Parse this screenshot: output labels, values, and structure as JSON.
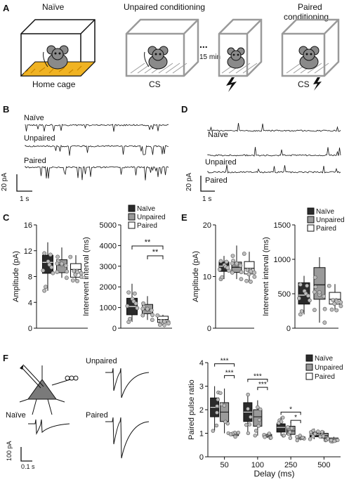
{
  "panels": {
    "A": "A",
    "B": "B",
    "C": "C",
    "D": "D",
    "E": "E",
    "F": "F"
  },
  "panelA": {
    "naive_title": "Naïve",
    "unpaired_title": "Unpaired conditioning",
    "paired_title_l1": "Paired",
    "paired_title_l2": "conditioning",
    "home_cage": "Home cage",
    "cs1": "CS",
    "cs2": "CS",
    "interval": "15 min",
    "ellipsis": "..."
  },
  "panelB": {
    "naive": "Naïve",
    "unpaired": "Unpaired",
    "paired": "Paired",
    "scale_y": "20 pA",
    "scale_x": "1 s"
  },
  "panelD": {
    "naive": "Naïve",
    "unpaired": "Unpaired",
    "paired": "Paired",
    "scale_y": "20 pA",
    "scale_x": "1 s"
  },
  "legend": {
    "naive": "Naïve",
    "unpaired": "Unpaired",
    "paired": "Paired"
  },
  "colors": {
    "naive": "#2b2b2b",
    "unpaired": "#9a9a9a",
    "paired": "#ffffff",
    "dot": "#bdbdbd"
  },
  "chart_data": [
    {
      "id": "C-amplitude",
      "type": "box",
      "ylabel": "Amplitude (pA)",
      "ylim": [
        0,
        16
      ],
      "yticks": [
        "0",
        "4",
        "8",
        "12",
        "16"
      ],
      "groups": [
        {
          "name": "Naïve",
          "q1": 8.5,
          "median": 10.2,
          "q3": 11.3,
          "min": 5.8,
          "max": 13.3,
          "mean": 10.1
        },
        {
          "name": "Unpaired",
          "q1": 8.6,
          "median": 9.8,
          "q3": 10.6,
          "min": 7.8,
          "max": 12.5,
          "mean": 9.6
        },
        {
          "name": "Paired",
          "q1": 7.9,
          "median": 9.1,
          "q3": 10.0,
          "min": 7.3,
          "max": 11.3,
          "mean": 8.8
        }
      ],
      "significance": []
    },
    {
      "id": "C-interval",
      "type": "box",
      "ylabel": "Interevent interval (ms)",
      "ylim": [
        0,
        5000
      ],
      "yticks": [
        "0",
        "1000",
        "2000",
        "3000",
        "4000",
        "5000"
      ],
      "groups": [
        {
          "name": "Naïve",
          "q1": 650,
          "median": 1050,
          "q3": 1450,
          "min": 300,
          "max": 2150,
          "mean": 1100
        },
        {
          "name": "Unpaired",
          "q1": 700,
          "median": 900,
          "q3": 1150,
          "min": 400,
          "max": 1550,
          "mean": 950
        },
        {
          "name": "Paired",
          "q1": 280,
          "median": 420,
          "q3": 580,
          "min": 150,
          "max": 650,
          "mean": 430
        }
      ],
      "significance": [
        {
          "from": 0,
          "to": 2,
          "label": "**"
        },
        {
          "from": 1,
          "to": 2,
          "label": "**"
        }
      ]
    },
    {
      "id": "E-amplitude",
      "type": "box",
      "ylabel": "Amplitude (pA)",
      "ylim": [
        0,
        20
      ],
      "yticks": [
        "0",
        "10",
        "20"
      ],
      "groups": [
        {
          "name": "Naïve",
          "q1": 11.0,
          "median": 12.0,
          "q3": 12.8,
          "min": 9.5,
          "max": 14.0,
          "mean": 12.1
        },
        {
          "name": "Unpaired",
          "q1": 10.8,
          "median": 11.8,
          "q3": 12.8,
          "min": 9.5,
          "max": 16.0,
          "mean": 11.9
        },
        {
          "name": "Paired",
          "q1": 10.5,
          "median": 11.6,
          "q3": 12.9,
          "min": 9.0,
          "max": 14.8,
          "mean": 11.7
        }
      ],
      "significance": []
    },
    {
      "id": "E-interval",
      "type": "box",
      "ylabel": "Interevent interval (ms)",
      "ylim": [
        0,
        1500
      ],
      "yticks": [
        "0",
        "500",
        "1000",
        "1500"
      ],
      "groups": [
        {
          "name": "Naïve",
          "q1": 350,
          "median": 480,
          "q3": 660,
          "min": 200,
          "max": 760,
          "mean": 500
        },
        {
          "name": "Unpaired",
          "q1": 420,
          "median": 630,
          "q3": 880,
          "min": 80,
          "max": 1030,
          "mean": 620
        },
        {
          "name": "Paired",
          "q1": 350,
          "median": 420,
          "q3": 520,
          "min": 260,
          "max": 640,
          "mean": 440
        }
      ],
      "significance": []
    },
    {
      "id": "F-ppr",
      "type": "grouped-box",
      "ylabel": "Paired pulse ratio",
      "xlabel": "Delay (ms)",
      "ylim": [
        0,
        4
      ],
      "yticks": [
        "0",
        "1",
        "2",
        "3",
        "4"
      ],
      "categories": [
        "50",
        "100",
        "250",
        "500"
      ],
      "series": [
        {
          "name": "Naïve",
          "boxes": [
            {
              "q1": 1.7,
              "median": 2.1,
              "q3": 2.5,
              "min": 1.1,
              "max": 3.0
            },
            {
              "q1": 1.5,
              "median": 1.9,
              "q3": 2.3,
              "min": 1.0,
              "max": 2.7
            },
            {
              "q1": 1.05,
              "median": 1.25,
              "q3": 1.4,
              "min": 0.9,
              "max": 1.7
            },
            {
              "q1": 0.85,
              "median": 0.95,
              "q3": 1.05,
              "min": 0.75,
              "max": 1.2
            }
          ]
        },
        {
          "name": "Unpaired",
          "boxes": [
            {
              "q1": 1.5,
              "median": 1.9,
              "q3": 2.3,
              "min": 1.0,
              "max": 2.9
            },
            {
              "q1": 1.3,
              "median": 1.7,
              "q3": 2.0,
              "min": 0.9,
              "max": 2.4
            },
            {
              "q1": 0.95,
              "median": 1.1,
              "q3": 1.3,
              "min": 0.8,
              "max": 1.5
            },
            {
              "q1": 0.8,
              "median": 0.9,
              "q3": 1.0,
              "min": 0.7,
              "max": 1.1
            }
          ]
        },
        {
          "name": "Paired",
          "boxes": [
            {
              "q1": 0.9,
              "median": 0.95,
              "q3": 1.0,
              "min": 0.85,
              "max": 1.05
            },
            {
              "q1": 0.85,
              "median": 0.9,
              "q3": 0.95,
              "min": 0.8,
              "max": 1.0
            },
            {
              "q1": 0.75,
              "median": 0.8,
              "q3": 0.85,
              "min": 0.7,
              "max": 0.9
            },
            {
              "q1": 0.7,
              "median": 0.75,
              "q3": 0.8,
              "min": 0.65,
              "max": 0.85
            }
          ]
        }
      ],
      "significance": [
        {
          "cat": 0,
          "from": 0,
          "to": 2,
          "label": "***",
          "level": 3.95
        },
        {
          "cat": 0,
          "from": 1,
          "to": 2,
          "label": "***",
          "level": 3.45
        },
        {
          "cat": 1,
          "from": 0,
          "to": 2,
          "label": "***",
          "level": 3.3
        },
        {
          "cat": 1,
          "from": 1,
          "to": 2,
          "label": "***",
          "level": 2.95
        },
        {
          "cat": 2,
          "from": 0,
          "to": 2,
          "label": "*",
          "level": 1.9
        },
        {
          "cat": 2,
          "from": 1,
          "to": 2,
          "label": "*",
          "level": 1.55
        }
      ]
    }
  ],
  "panelF": {
    "unpaired": "Unpaired",
    "naive": "Naïve",
    "paired": "Paired",
    "scale_y": "100 pA",
    "scale_x": "0.1 s",
    "ppr_ylabel": "Paired pulse ratio",
    "ppr_xlabel": "Delay (ms)",
    "cat_labels": [
      "50",
      "100",
      "250",
      "500"
    ]
  }
}
